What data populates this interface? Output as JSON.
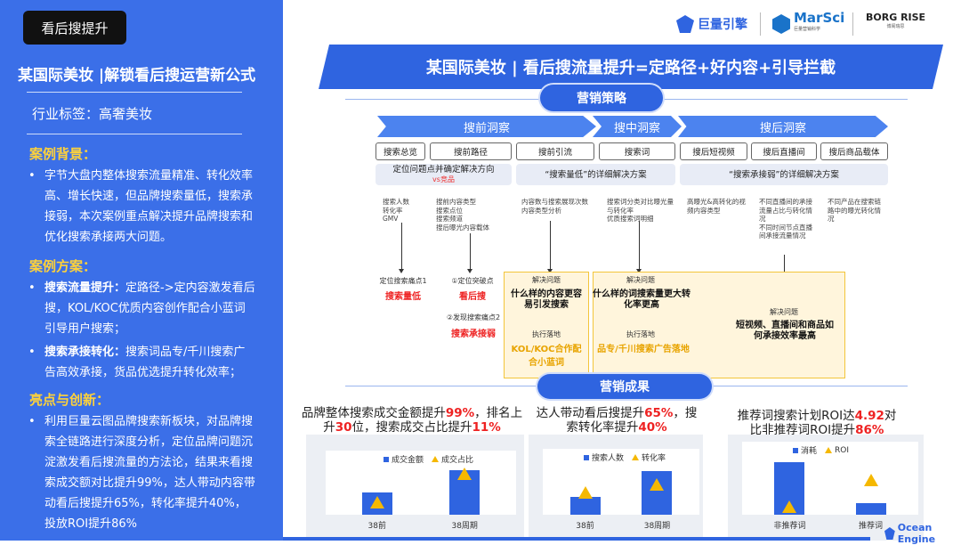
{
  "left": {
    "tag_button": "看后搜提升",
    "headline": "某国际美妆 |解锁看后搜运营新公式",
    "industry": "行业标签：高奢美妆",
    "bg_title": "案例背景：",
    "bg_text": "字节大盘内整体搜索流量精准、转化效率高、增长快速，但品牌搜索量低，搜索承接弱，本次案例重点解决提升品牌搜索和优化搜索承接两大问题。",
    "plan_title": "案例方案：",
    "plan1_bold": "搜索流量提升：",
    "plan1_text": "定路径->定内容激发看后搜，KOL/KOC优质内容创作配合小蓝词引导用户搜索；",
    "plan2_bold": "搜索承接转化：",
    "plan2_text": "搜索词品专/千川搜索广告高效承接，货品优选提升转化效率；",
    "hl_title": "亮点与创新：",
    "hl_text": "利用巨量云图品牌搜索新板块，对品牌搜索全链路进行深度分析，定位品牌问题沉淀激发看后搜流量的方法论，结果来看搜索成交额对比提升99%，达人带动内容带动看后搜提升65%，转化率提升40%，投放ROI提升86%"
  },
  "logos": {
    "l1": "巨量引擎",
    "l2": "MarSci",
    "l2sub": "巨量营销科学",
    "l3": "BORG RISE",
    "l3sub": "博阁瑞思",
    "bottom": "Ocean Engine"
  },
  "banner": "某国际美妆 | 看后搜流量提升=定路径+好内容+引导拦截",
  "strategy_title": "营销策略",
  "phases": [
    "搜前洞察",
    "搜中洞察",
    "搜后洞察"
  ],
  "tags": [
    "搜索总览",
    "搜前路径",
    "搜前引流",
    "搜索词",
    "搜后短视频",
    "搜后直播间",
    "搜后商品载体"
  ],
  "groups": {
    "g1": "定位问题点并确定解决方向",
    "g1sub": "vs竞品",
    "g2": "“搜索量低”的详细解决方案",
    "g3": "“搜索承接弱”的详细解决方案"
  },
  "metrics": {
    "m1": [
      "搜索人数",
      "转化率",
      "GMV"
    ],
    "m2": [
      "搜前内容类型",
      "搜索点位",
      "搜索频道",
      "搜后曝光内容载体"
    ],
    "m3": [
      "内容数与搜索展现次数",
      "内容类型分析"
    ],
    "m4": [
      "搜索词分类对比曝光量与转化率",
      "优质搜索词明细"
    ],
    "m5": [
      "高曝光&高转化的视频内容类型"
    ],
    "m6": [
      "不同直播间的承接流量占比与转化情况",
      "不同时间节点直播间承接流量情况"
    ],
    "m7": [
      "不同产品在搜索链路中的曝光转化情况"
    ]
  },
  "pain": {
    "p1_label": "定位搜索痛点1",
    "p1_val": "搜索量低",
    "p2_label": "①定位突破点",
    "p2_val": "看后搜",
    "p3_label": "②发现搜索痛点2",
    "p3_val": "搜索承接弱"
  },
  "solve": {
    "label": "解决问题",
    "exec": "执行落地",
    "s1": "什么样的内容更容易引发搜索",
    "s1_exec": "KOL/KOC合作配合小蓝词",
    "s2": "什么样的词搜索量更大转化率更高",
    "s2_exec": "品专/千川搜索广告落地",
    "s3": "短视频、直播间和商品如何承接效率最高"
  },
  "results_title": "营销成果",
  "results": [
    {
      "pre": "品牌整体搜索成交金额提升",
      "v1": "99%",
      "mid": "，排名上升",
      "v2": "30",
      "mid2": "位，搜索成交占比提升",
      "v3": "11%"
    },
    {
      "pre": "达人带动看后搜提升",
      "v1": "65%",
      "mid": "，搜索转化率提升",
      "v2": "40%"
    },
    {
      "pre": "推荐词搜索计划ROI达",
      "v1": "4.92",
      "mid": "对比非推荐词ROI提升",
      "v2": "86%"
    }
  ],
  "chart_data": [
    {
      "type": "bar",
      "legend": [
        "成交金额",
        "成交占比"
      ],
      "categories": [
        "38前",
        "38周期"
      ],
      "bar_values": [
        0.45,
        0.9
      ],
      "tri_values": [
        0.38,
        0.95
      ]
    },
    {
      "type": "bar",
      "legend": [
        "搜索人数",
        "转化率"
      ],
      "categories": [
        "38前",
        "38周期"
      ],
      "bar_values": [
        0.35,
        0.85
      ],
      "tri_values": [
        0.55,
        0.7
      ]
    },
    {
      "type": "bar",
      "legend": [
        "消耗",
        "ROI"
      ],
      "categories": [
        "非推荐词",
        "推荐词"
      ],
      "bar_values": [
        0.9,
        0.2
      ],
      "tri_values": [
        0.25,
        0.7
      ]
    }
  ]
}
